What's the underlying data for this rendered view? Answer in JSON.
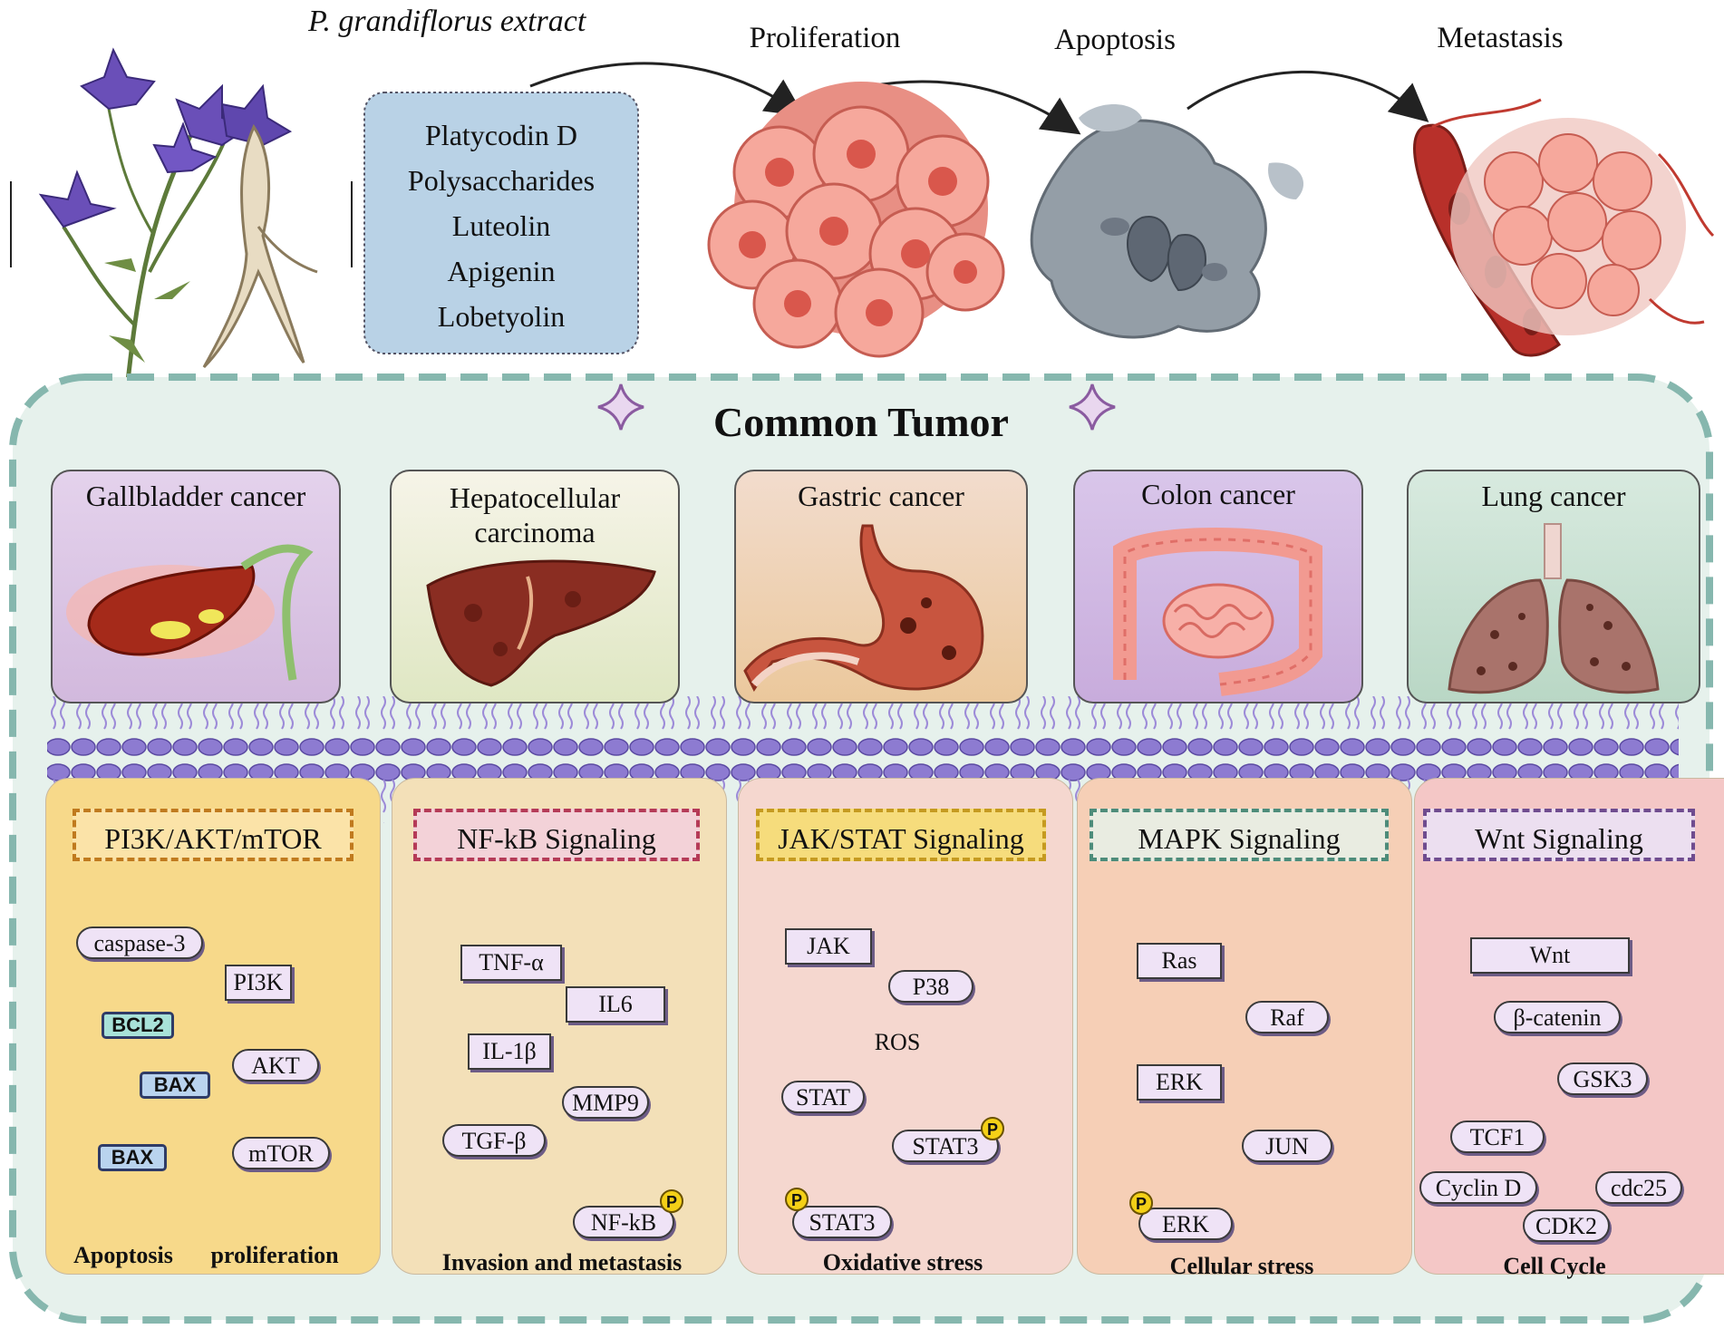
{
  "extract": {
    "title": "P. grandiflorus extract",
    "compounds": [
      "Platycodin D",
      "Polysaccharides",
      "Luteolin",
      "Apigenin",
      "Lobetyolin"
    ]
  },
  "stages": [
    "Proliferation",
    "Apoptosis",
    "Metastasis"
  ],
  "common_tumor": {
    "title": "Common Tumor"
  },
  "tumors": [
    {
      "label": "Gallbladder cancer"
    },
    {
      "label": "Hepatocellular carcinoma",
      "line1": "Hepatocellular",
      "line2": "carcinoma"
    },
    {
      "label": "Gastric cancer"
    },
    {
      "label": "Colon cancer"
    },
    {
      "label": "Lung cancer"
    }
  ],
  "pathways": [
    {
      "title": "PI3K/AKT/mTOR",
      "caspase": "caspase-3",
      "pi3k": "PI3K",
      "akt": "AKT",
      "mtor": "mTOR",
      "bcl2": "BCL2",
      "bax1": "BAX",
      "bax2": "BAX",
      "outcome_left": "Apoptosis",
      "outcome_right": "proliferation"
    },
    {
      "title": "NF-kB Signaling",
      "tnfa": "TNF-α",
      "il6": "IL6",
      "il1b": "IL-1β",
      "mmp9": "MMP9",
      "tgfb": "TGF-β",
      "nfkb": "NF-kB",
      "outcome": "Invasion and metastasis"
    },
    {
      "title": "JAK/STAT Signaling",
      "jak": "JAK",
      "p38": "P38",
      "ros": "ROS",
      "stat": "STAT",
      "stat3a": "STAT3",
      "stat3b": "STAT3",
      "outcome": "Oxidative stress"
    },
    {
      "title": "MAPK Signaling",
      "ras": "Ras",
      "raf": "Raf",
      "erk": "ERK",
      "jun": "JUN",
      "erk2": "ERK",
      "outcome": "Cellular stress"
    },
    {
      "title": "Wnt Signaling",
      "wnt": "Wnt",
      "bcat": "β-catenin",
      "gsk3": "GSK3",
      "tcf1": "TCF1",
      "cyclind": "Cyclin D",
      "cdc25": "cdc25",
      "cdk2": "CDK2",
      "outcome": "Cell Cycle"
    }
  ],
  "phospho_label": "P",
  "colors": {
    "compound_box": "#b9d2e6",
    "common_tumor_bg": "#e6f1ec",
    "common_tumor_border": "#86b7ae",
    "membrane_head": "#8d7bd1",
    "node_fill": "#efe3f6",
    "arrow": "#6a72b8",
    "panel_pi3k": "#f7d98a",
    "panel_nfkb": "#f3e0b8",
    "panel_jak": "#f5d7cf",
    "panel_mapk": "#f6cfb6",
    "panel_wnt": "#f4c7c6"
  }
}
